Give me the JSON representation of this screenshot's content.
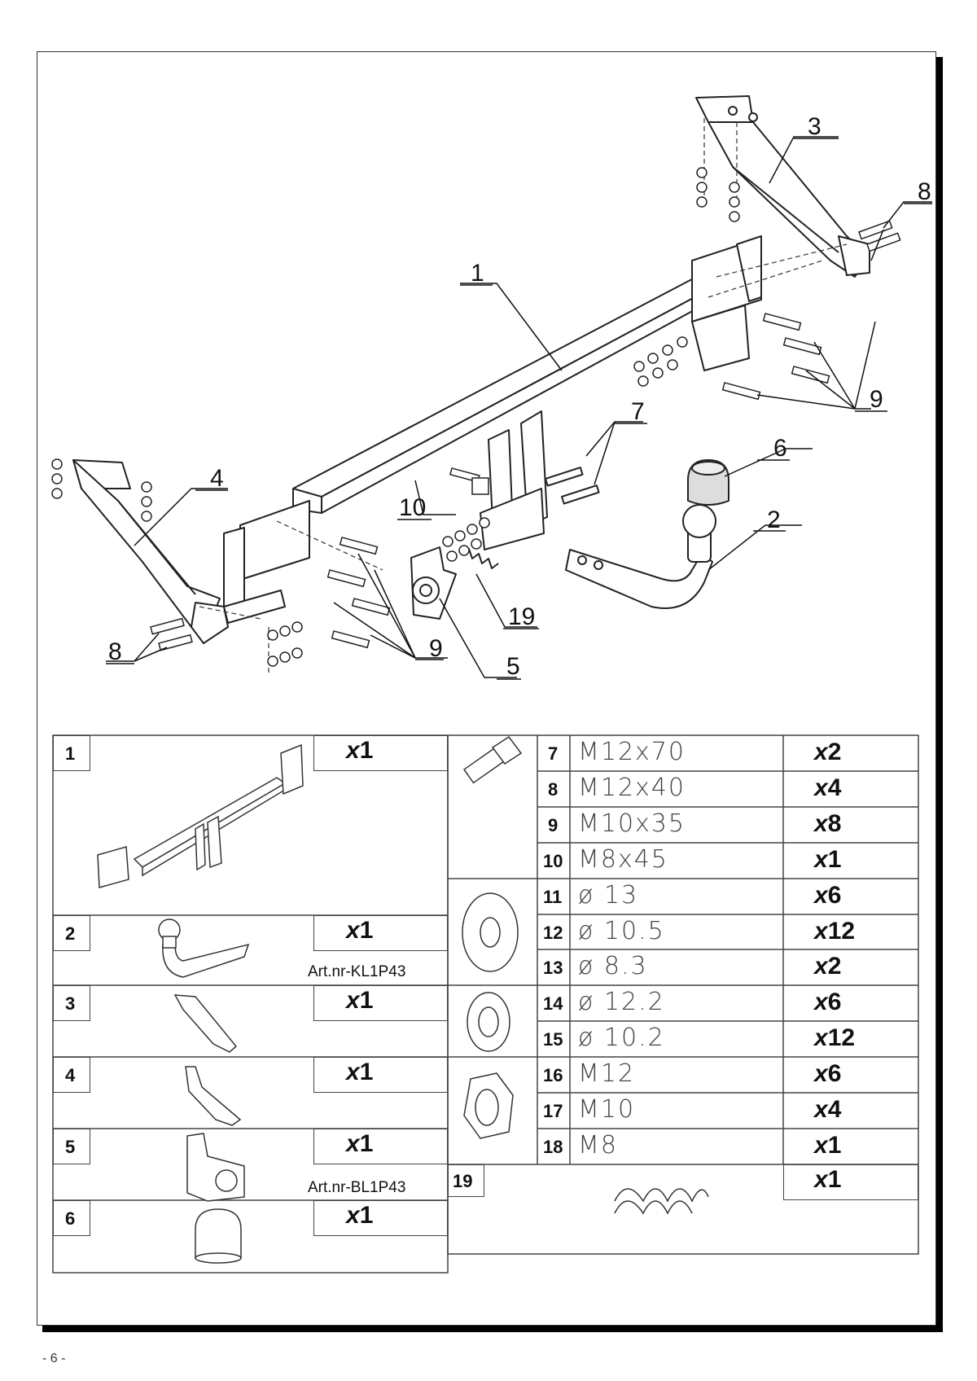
{
  "callouts": {
    "c1": "1",
    "c2": "2",
    "c3": "3",
    "c4": "4",
    "c5": "5",
    "c6": "6",
    "c7": "7",
    "c8a": "8",
    "c8b": "8",
    "c9a": "9",
    "c9b": "9",
    "c10": "10",
    "c19": "19"
  },
  "parts_left": [
    {
      "num": "1",
      "qty_x": "x",
      "qty_n": "1",
      "art": ""
    },
    {
      "num": "2",
      "qty_x": "x",
      "qty_n": "1",
      "art": "Art.nr-KL1P43"
    },
    {
      "num": "3",
      "qty_x": "x",
      "qty_n": "1",
      "art": ""
    },
    {
      "num": "4",
      "qty_x": "x",
      "qty_n": "1",
      "art": ""
    },
    {
      "num": "5",
      "qty_x": "x",
      "qty_n": "1",
      "art": "Art.nr-BL1P43"
    },
    {
      "num": "6",
      "qty_x": "x",
      "qty_n": "1",
      "art": ""
    }
  ],
  "parts_right": [
    {
      "num": "7",
      "spec": "M12x70",
      "qty_x": "x",
      "qty_n": "2"
    },
    {
      "num": "8",
      "spec": "M12x40",
      "qty_x": "x",
      "qty_n": "4"
    },
    {
      "num": "9",
      "spec": "M10x35",
      "qty_x": "x",
      "qty_n": "8"
    },
    {
      "num": "10",
      "spec": "M8x45",
      "qty_x": "x",
      "qty_n": "1"
    },
    {
      "num": "11",
      "spec": "ø 13",
      "qty_x": "x",
      "qty_n": "6"
    },
    {
      "num": "12",
      "spec": "ø 10.5",
      "qty_x": "x",
      "qty_n": "12"
    },
    {
      "num": "13",
      "spec": "ø 8.3",
      "qty_x": "x",
      "qty_n": "2"
    },
    {
      "num": "14",
      "spec": "ø 12.2",
      "qty_x": "x",
      "qty_n": "6"
    },
    {
      "num": "15",
      "spec": "ø 10.2",
      "qty_x": "x",
      "qty_n": "12"
    },
    {
      "num": "16",
      "spec": "M12",
      "qty_x": "x",
      "qty_n": "6"
    },
    {
      "num": "17",
      "spec": "M10",
      "qty_x": "x",
      "qty_n": "4"
    },
    {
      "num": "18",
      "spec": "M8",
      "qty_x": "x",
      "qty_n": "1"
    }
  ],
  "spring": {
    "num": "19",
    "qty_x": "x",
    "qty_n": "1"
  },
  "page_number": "- 6 -"
}
